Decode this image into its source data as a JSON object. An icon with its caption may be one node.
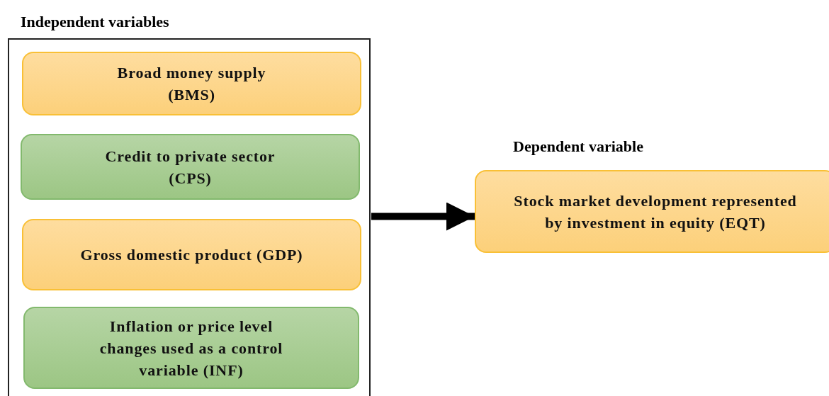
{
  "diagram": {
    "nodes": [
      {
        "text": [
          "Independent variables"
        ]
      },
      {
        "text": [
          "Broad money supply (BMS)"
        ],
        "in": 0
      },
      {
        "text": [
          "Credit to private sector (CPS)"
        ],
        "in": 0
      },
      {
        "text": [
          "Gross domestic product (GDP)"
        ],
        "in": 0
      },
      {
        "text": [
          "Inflation or price level changes used as a control variable (INF)"
        ],
        "in": 0
      },
      {
        "text": [
          "Dependent variable",
          "Stock market development represented by investment in equity (EQT)"
        ]
      }
    ],
    "edges": [
      {
        "from": 0,
        "to": 5,
        "arrow": "to"
      }
    ]
  }
}
